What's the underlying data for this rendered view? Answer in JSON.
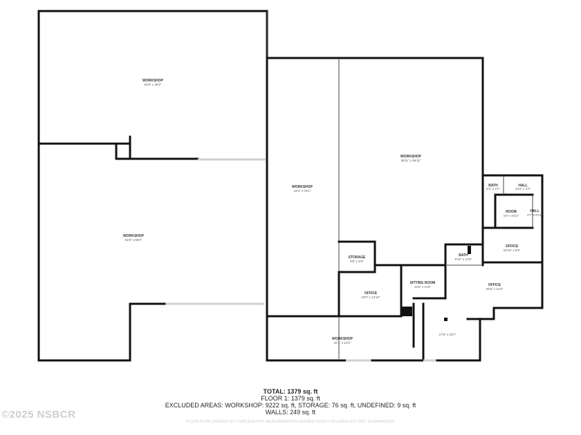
{
  "rooms": [
    {
      "id": "workshop-1",
      "name": "WORKSHOP",
      "dims": "61'8\" x 40'2\""
    },
    {
      "id": "workshop-2",
      "name": "WORKSHOP",
      "dims": "61'8\" x 59'3\""
    },
    {
      "id": "workshop-3",
      "name": "WORKSHOP",
      "dims": "19'4\" x 70'1\""
    },
    {
      "id": "workshop-4",
      "name": "WORKSHOP",
      "dims": "38'11\" x 56'11\""
    },
    {
      "id": "bath-1",
      "name": "BATH",
      "dims": "5'4\" x 4'7\""
    },
    {
      "id": "hall-1",
      "name": "HALL",
      "dims": "10'2\" x 4'7\""
    },
    {
      "id": "room-1",
      "name": "ROOM",
      "dims": "8'4\" x 6'11\""
    },
    {
      "id": "hall-2",
      "name": "HALL",
      "dims": "2'7\" x 6'11\""
    },
    {
      "id": "office-1",
      "name": "OFFICE",
      "dims": "15'10\" x 8'5\""
    },
    {
      "id": "storage-1",
      "name": "STORAGE",
      "dims": "9'8\" x 8'0\""
    },
    {
      "id": "bath-2",
      "name": "BATH",
      "dims": "8'10\" x 4'10\""
    },
    {
      "id": "sitting-room",
      "name": "SITTING ROOM",
      "dims": "12'0\" x 11'6\""
    },
    {
      "id": "office-2",
      "name": "OFFICE",
      "dims": "18'0\" x 13'10\""
    },
    {
      "id": "office-3",
      "name": "OFFICE",
      "dims": "26'0\" x 11'3\""
    },
    {
      "id": "undefined-1",
      "name": "",
      "dims": "17'8\" x 16'7\""
    },
    {
      "id": "workshop-5",
      "name": "WORKSHOP",
      "dims": "42'4\" x 12'0\""
    }
  ],
  "summary": {
    "total": "TOTAL: 1379 sq. ft",
    "floor": "FLOOR 1: 1379 sq. ft",
    "excluded": "EXCLUDED AREAS: WORKSHOP: 9222 sq. ft, STORAGE: 76 sq. ft, UNDEFINED: 9 sq. ft",
    "walls": "WALLS: 249 sq. ft"
  },
  "disclaimer": "FLOOR PLAN CREATED BY CUBICASA APP. MEASUREMENTS DEEMED HIGHLY RELIABLE BUT NOT GUARANTEED.",
  "watermark": "©2025 NSBCR"
}
